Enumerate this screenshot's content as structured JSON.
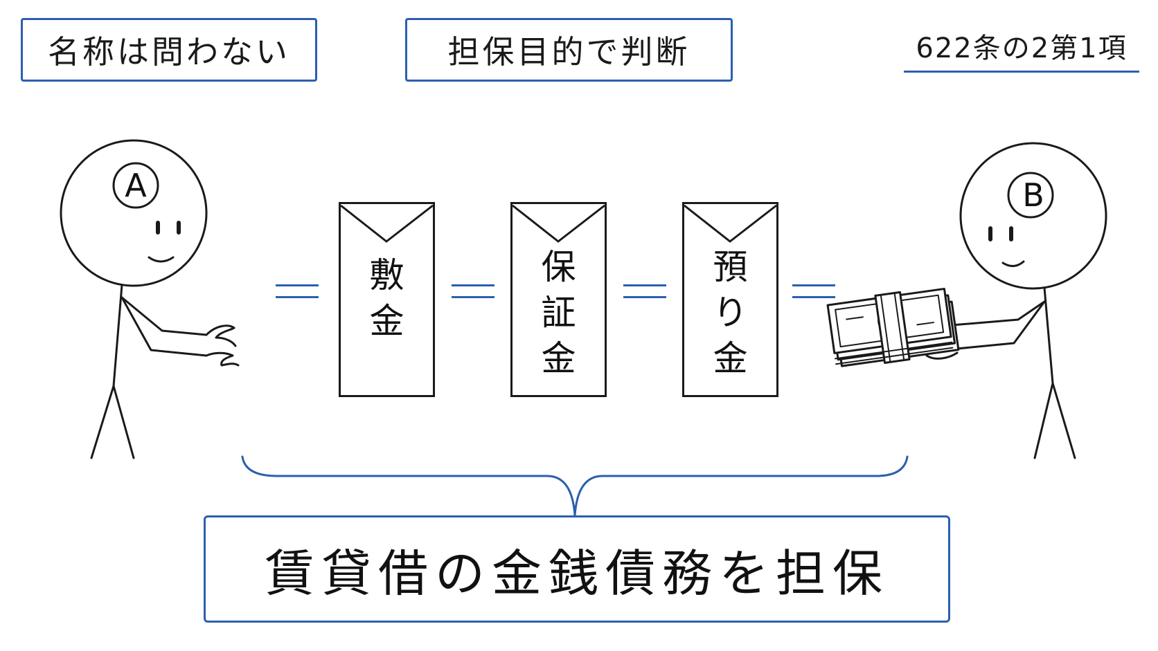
{
  "header": {
    "left_box": "名称は問わない",
    "center_box": "担保目的で判断",
    "article_ref": "622条の2第1項"
  },
  "people": {
    "left_label": "A",
    "right_label": "B"
  },
  "envelopes": [
    {
      "label": [
        "敷",
        "金"
      ]
    },
    {
      "label": [
        "保",
        "証",
        "金"
      ]
    },
    {
      "label": [
        "預",
        "り",
        "金"
      ]
    }
  ],
  "summary": "賃貸借の金銭債務を担保",
  "colors": {
    "accent_blue": "#2b5fae",
    "line_black": "#1a1a1a",
    "background": "#ffffff"
  },
  "icons": [
    "stick-figure-a",
    "stick-figure-b",
    "envelope-icon",
    "cash-bundle-icon",
    "curly-brace"
  ]
}
